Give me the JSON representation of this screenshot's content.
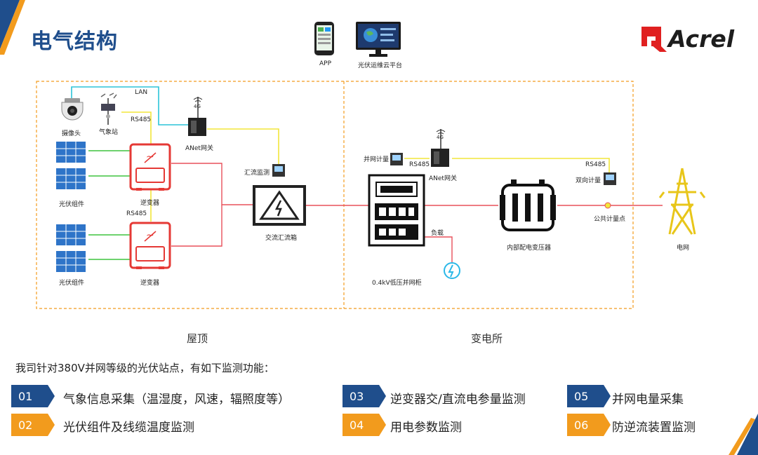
{
  "page": {
    "title": "电气结构",
    "brand": "Acrel",
    "colors": {
      "primary": "#1f4e8c",
      "accent": "#f29b1d",
      "brand_red": "#e02020"
    }
  },
  "diagram": {
    "top_devices": {
      "app": "APP",
      "platform": "光伏运维云平台"
    },
    "labels": {
      "lan": "LAN",
      "camera": "摄像头",
      "weather": "气象站",
      "rs485_a": "RS485",
      "gateway_a": "ANet网关",
      "pv_a": "光伏组件",
      "inverter_a": "逆变器",
      "rs485_b": "RS485",
      "pv_b": "光伏组件",
      "inverter_b": "逆变器",
      "combiner_monitor": "汇流监测",
      "combiner_box": "交流汇流箱",
      "grid_meter": "并网计量",
      "rs485_c": "RS485",
      "gateway_b": "ANet网关",
      "cabinet": "0.4kV低压并网柜",
      "load": "负载",
      "transformer": "内部配电变压器",
      "rs485_d": "RS485",
      "bidirectional_meter": "双向计量",
      "public_meter_point": "公共计量点",
      "grid": "电网",
      "signal_4g_a": "4G",
      "signal_4g_b": "4G"
    },
    "regions": {
      "rooftop": "屋顶",
      "substation": "变电所"
    }
  },
  "intro": "我司针对380V并网等级的光伏站点，有如下监测功能：",
  "features": [
    {
      "num": "01",
      "text": "气象信息采集（温湿度，风速，辐照度等）",
      "color": "blue"
    },
    {
      "num": "02",
      "text": "光伏组件及线缆温度监测",
      "color": "orange"
    },
    {
      "num": "03",
      "text": "逆变器交/直流电参量监测",
      "color": "blue"
    },
    {
      "num": "04",
      "text": "用电参数监测",
      "color": "orange"
    },
    {
      "num": "05",
      "text": "并网电量采集",
      "color": "blue"
    },
    {
      "num": "06",
      "text": "防逆流装置监测",
      "color": "orange"
    }
  ]
}
